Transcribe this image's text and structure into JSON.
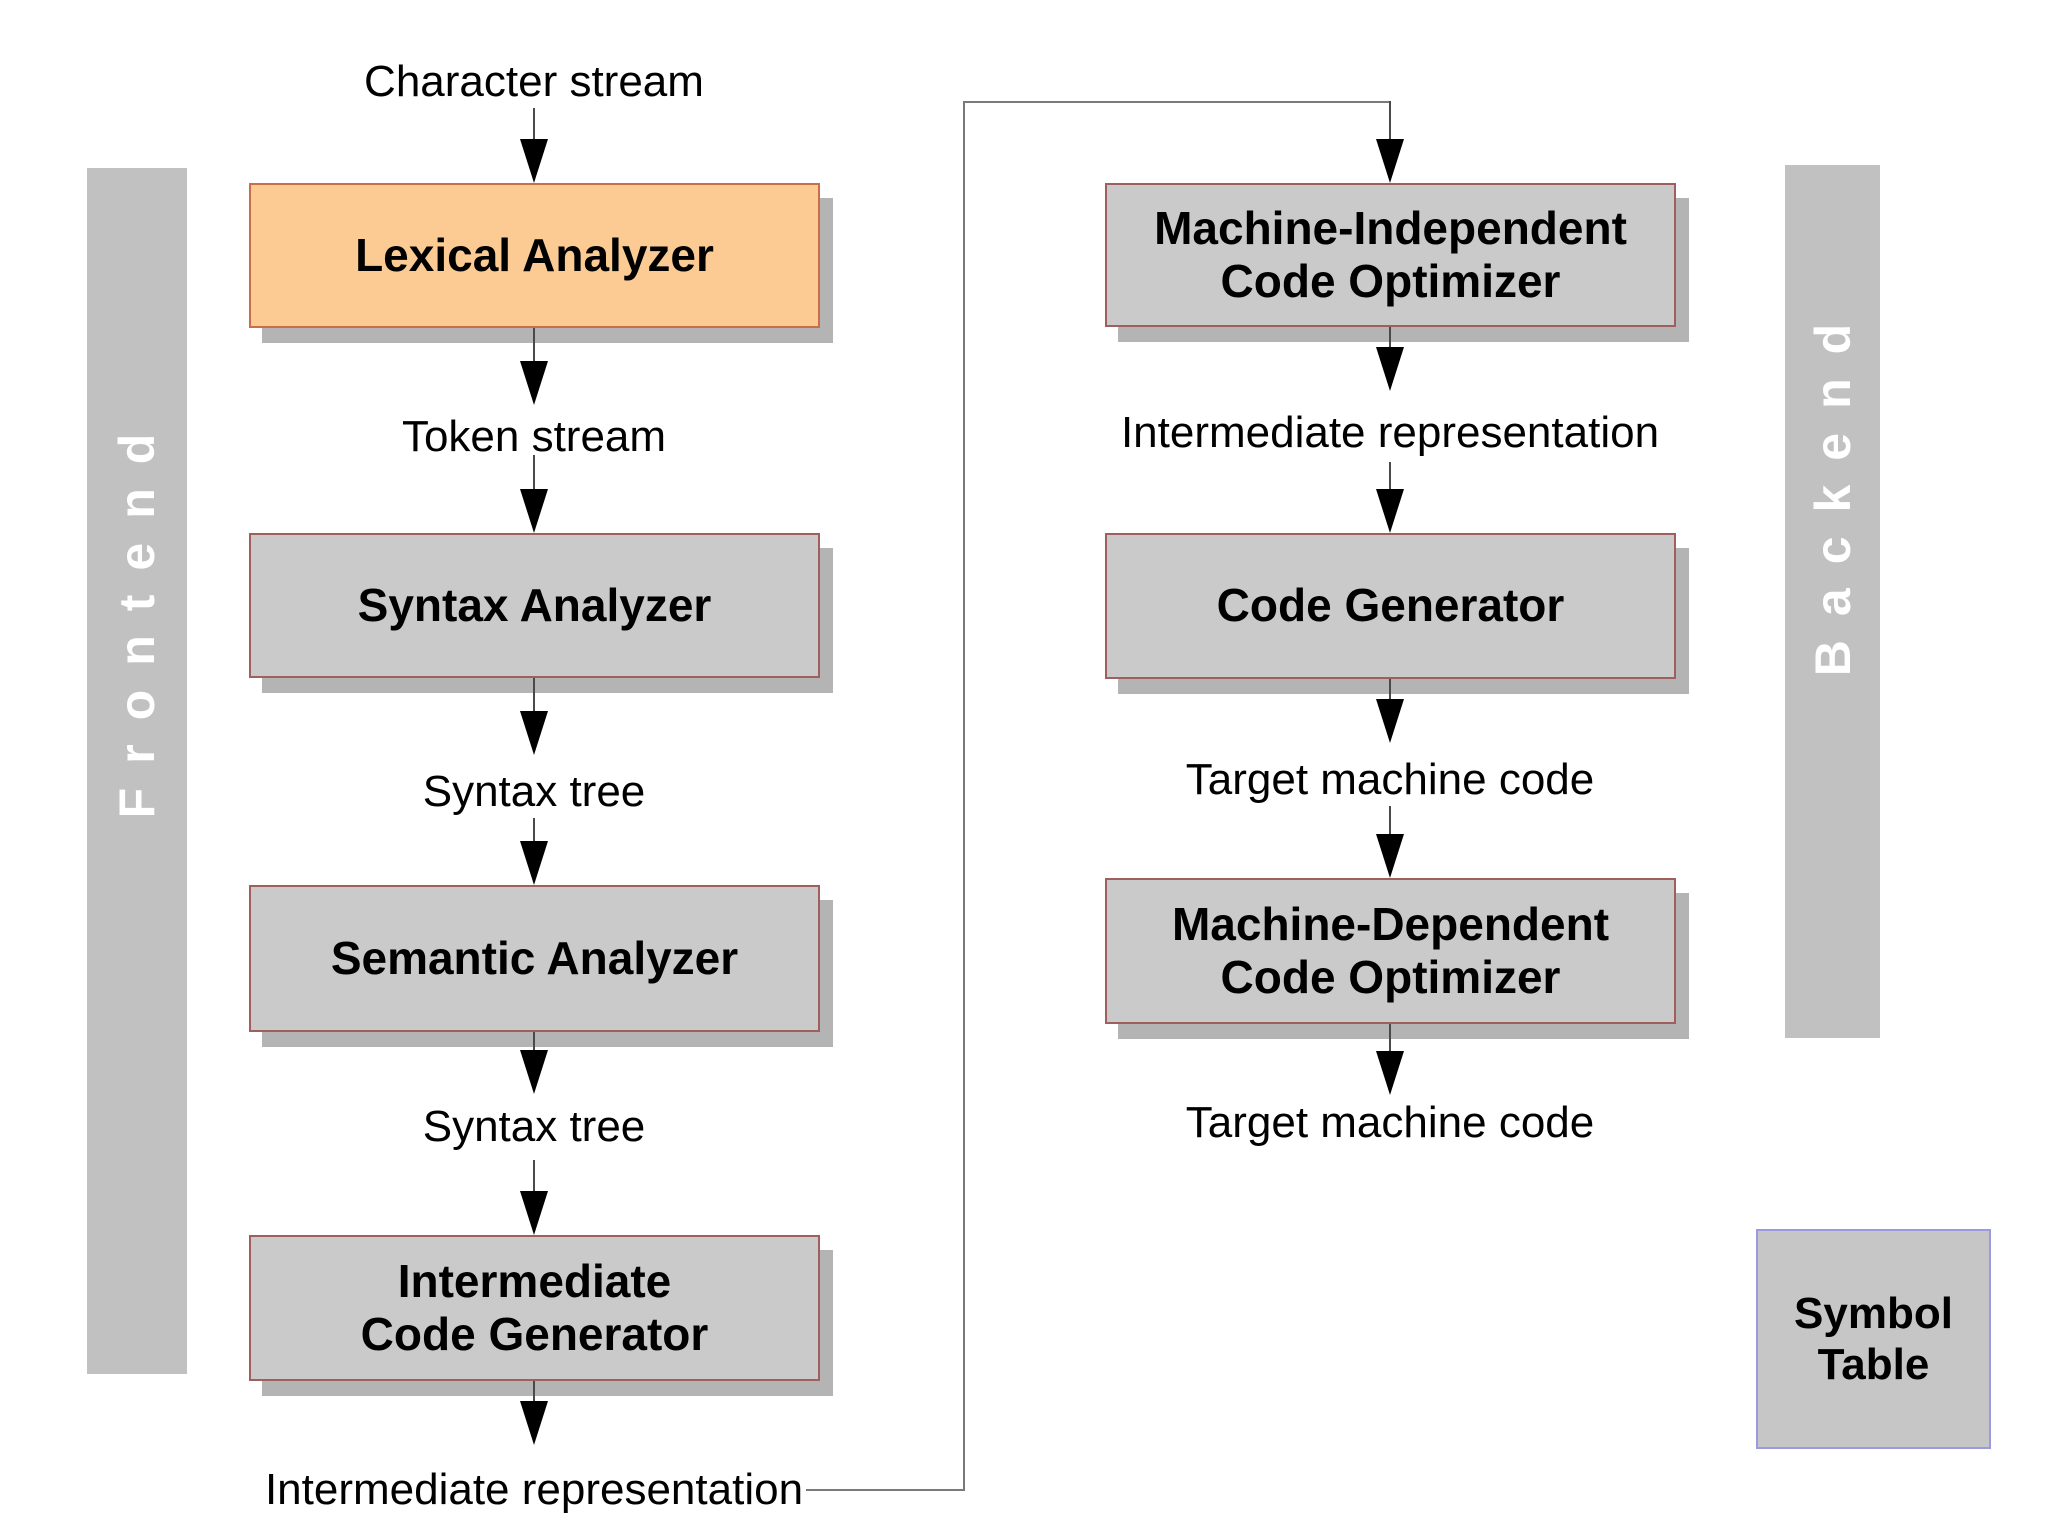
{
  "sidebars": {
    "frontend": "Frontend",
    "backend": "Backend"
  },
  "boxes": {
    "lexical": {
      "label": "Lexical Analyzer"
    },
    "syntax": {
      "label": "Syntax Analyzer"
    },
    "semantic": {
      "label": "Semantic Analyzer"
    },
    "icg": {
      "lines": [
        "Intermediate",
        "Code Generator"
      ]
    },
    "mico": {
      "lines": [
        "Machine-Independent",
        "Code Optimizer"
      ]
    },
    "codegen": {
      "label": "Code Generator"
    },
    "mdco": {
      "lines": [
        "Machine-Dependent",
        "Code Optimizer"
      ]
    },
    "symbol_table": {
      "lines": [
        "Symbol",
        "Table"
      ]
    }
  },
  "labels": {
    "character_stream": "Character stream",
    "token_stream": "Token stream",
    "syntax_tree_1": "Syntax tree",
    "syntax_tree_2": "Syntax tree",
    "intermediate_representation_left": "Intermediate representation",
    "intermediate_representation_right": "Intermediate representation",
    "target_machine_code_1": "Target machine code",
    "target_machine_code_2": "Target machine code"
  },
  "colors": {
    "highlight_box_fill": "#fbcb93",
    "highlight_box_border": "#c86e4b",
    "process_box_fill": "#cacaca",
    "process_box_border": "#9f5f5f",
    "sidebar_fill": "#c1c1c1",
    "sidebar_text": "#ffffff",
    "shadow": "#b4b4b4",
    "symbol_table_border": "#9a9ae0",
    "connector": "#7a7a7a",
    "text": "#000000"
  }
}
